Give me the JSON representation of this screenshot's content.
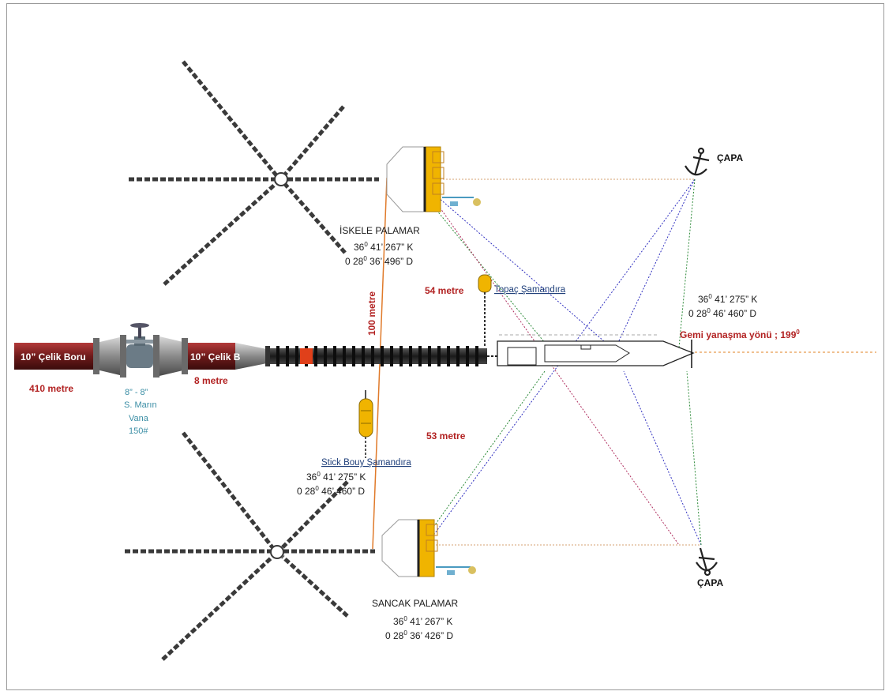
{
  "pipeline": {
    "pipe1_label": "10” Çelik Boru",
    "pipe1_length": "410 metre",
    "valve_size": "8” - 8”",
    "valve_name1": "S. Marın",
    "valve_name2": "Vana",
    "valve_class": "150#",
    "pipe2_label": "10” Çelik B",
    "pipe2_length": "8 metre"
  },
  "iskele": {
    "title": "İSKELE PALAMAR",
    "lat_deg": "36",
    "lat_rest": " 41’ 267” K",
    "lon_pre": "0 28",
    "lon_rest": " 36’ 496” D"
  },
  "sancak": {
    "title": "SANCAK  PALAMAR",
    "lat_deg": "36",
    "lat_rest": " 41’ 267” K",
    "lon_pre": "0 28",
    "lon_rest": " 36’ 426” D"
  },
  "topac": {
    "label": "Topaç Şamandıra"
  },
  "stick": {
    "label": "Stick Bouy  Şamandıra",
    "lat_deg": "36",
    "lat_rest": " 41’ 275” K",
    "lon_pre": "0 28",
    "lon_rest": " 46’ 460” D"
  },
  "ship": {
    "lat_deg": "36",
    "lat_rest": " 41’ 275” K",
    "lon_pre": "0 28",
    "lon_rest": " 46’ 460” D",
    "heading_label": "Gemi yanaşma yönü ; 199",
    "heading_sup": "0"
  },
  "distances": {
    "d100": "100 metre",
    "d54": "54 metre",
    "d53": "53 metre"
  },
  "anchors": {
    "top": "ÇAPA",
    "bottom": "ÇAPA"
  },
  "degree_sup": "0",
  "colors": {
    "chain": "#3a3a3a",
    "buoy": "#f0b400",
    "dim_red": "#b22222",
    "link_blue": "#1f3f7a",
    "teal": "#3b8ea5",
    "pipe": "#7a1f1f"
  }
}
